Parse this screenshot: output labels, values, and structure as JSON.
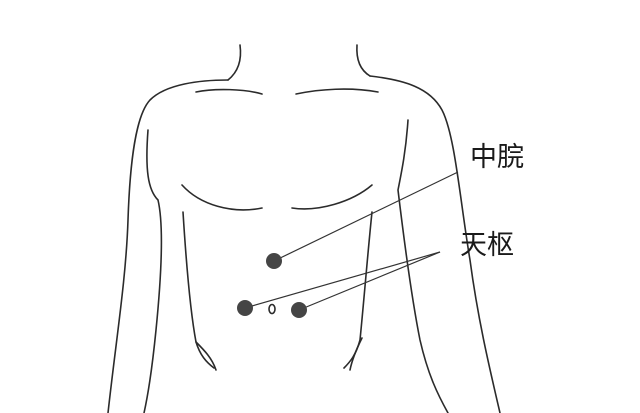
{
  "colors": {
    "outline": "#2b2b2b",
    "acupoint": "#454545",
    "navel": "#2b2b2b",
    "leader": "#333333",
    "label_text": "#1a1a1a"
  },
  "labels": {
    "zhongwan": "中脘",
    "tianshu": "天枢"
  },
  "acupoints": [
    {
      "name": "zhongwan",
      "label": "中脘"
    },
    {
      "name": "tianshu-left",
      "label": "天枢"
    },
    {
      "name": "tianshu-right",
      "label": "天枢"
    }
  ]
}
